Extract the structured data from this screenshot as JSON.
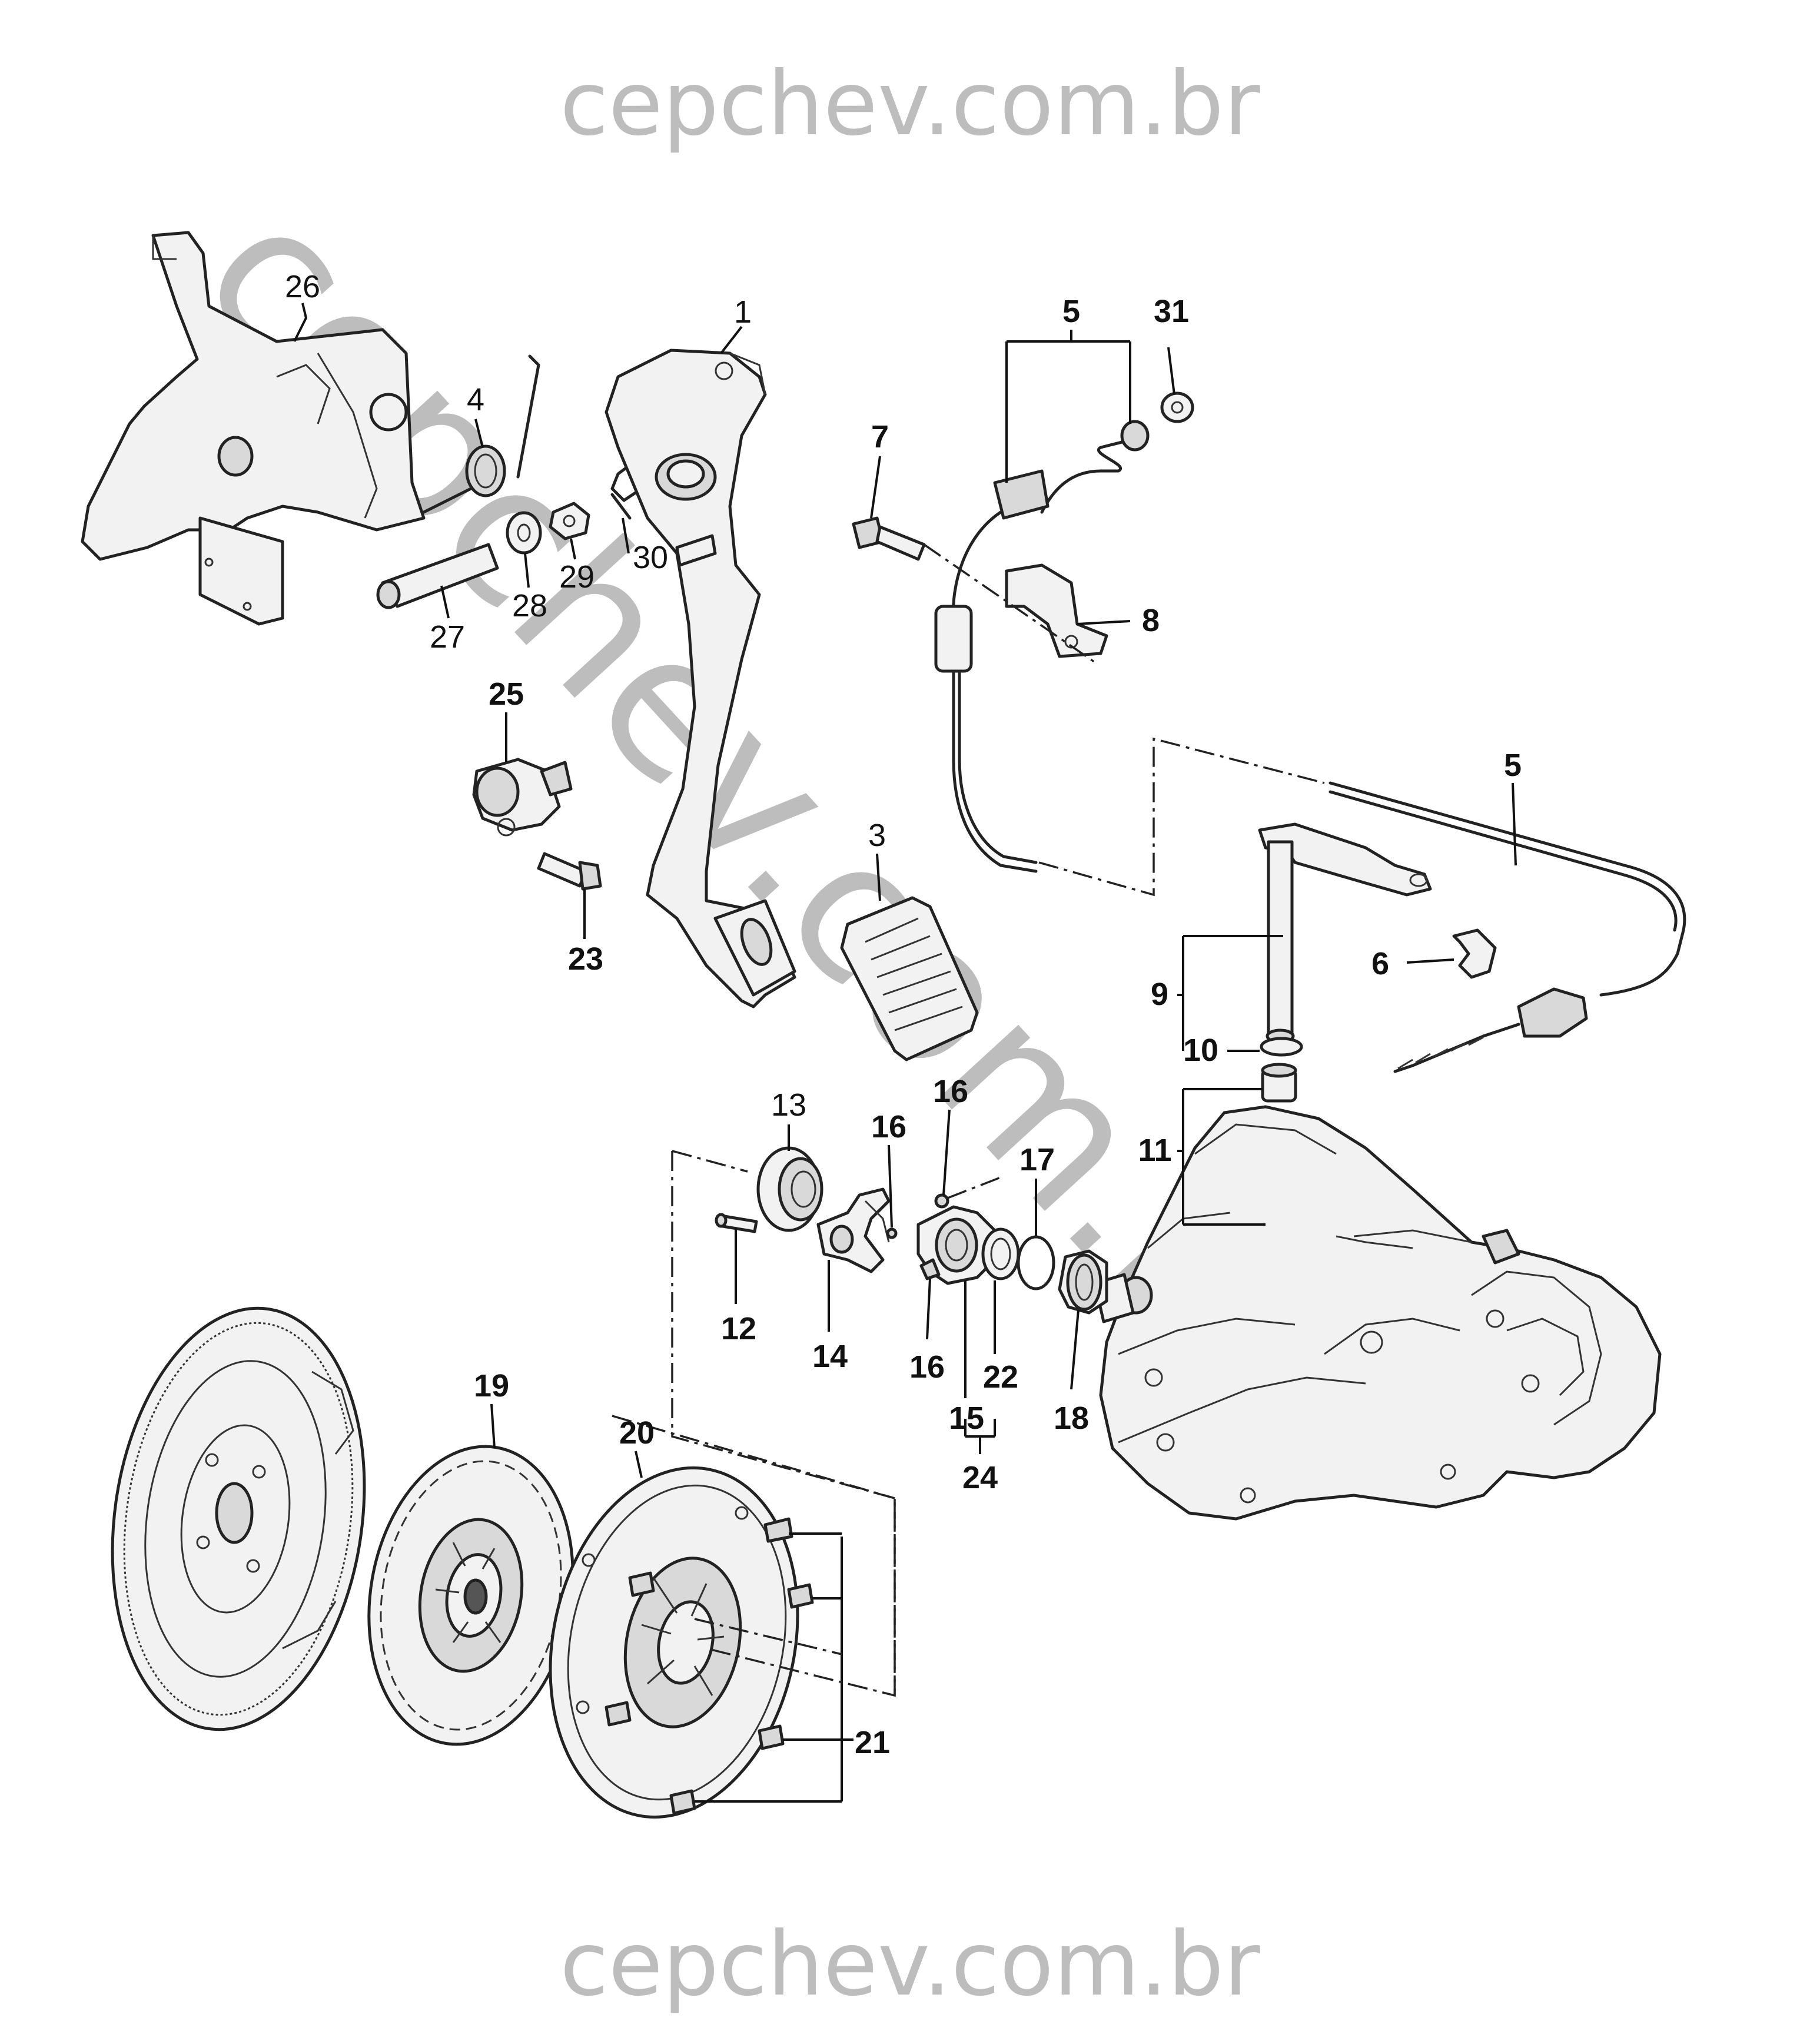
{
  "watermark": {
    "top": "cepchev.com.br",
    "diagonal": "cepchev.com.br",
    "bottom": "cepchev.com.br",
    "color": "#bdbdbd"
  },
  "callouts": {
    "c1": "1",
    "c3": "3",
    "c4": "4",
    "c5a": "5",
    "c5b": "5",
    "c6": "6",
    "c7": "7",
    "c8": "8",
    "c9": "9",
    "c10": "10",
    "c11": "11",
    "c12": "12",
    "c13": "13",
    "c14": "14",
    "c15": "15",
    "c16a": "16",
    "c16b": "16",
    "c16c": "16",
    "c17": "17",
    "c18": "18",
    "c19": "19",
    "c20": "20",
    "c21": "21",
    "c22": "22",
    "c23": "23",
    "c24": "24",
    "c25": "25",
    "c26": "26",
    "c27": "27",
    "c28": "28",
    "c29": "29",
    "c30": "30",
    "c31": "31"
  }
}
